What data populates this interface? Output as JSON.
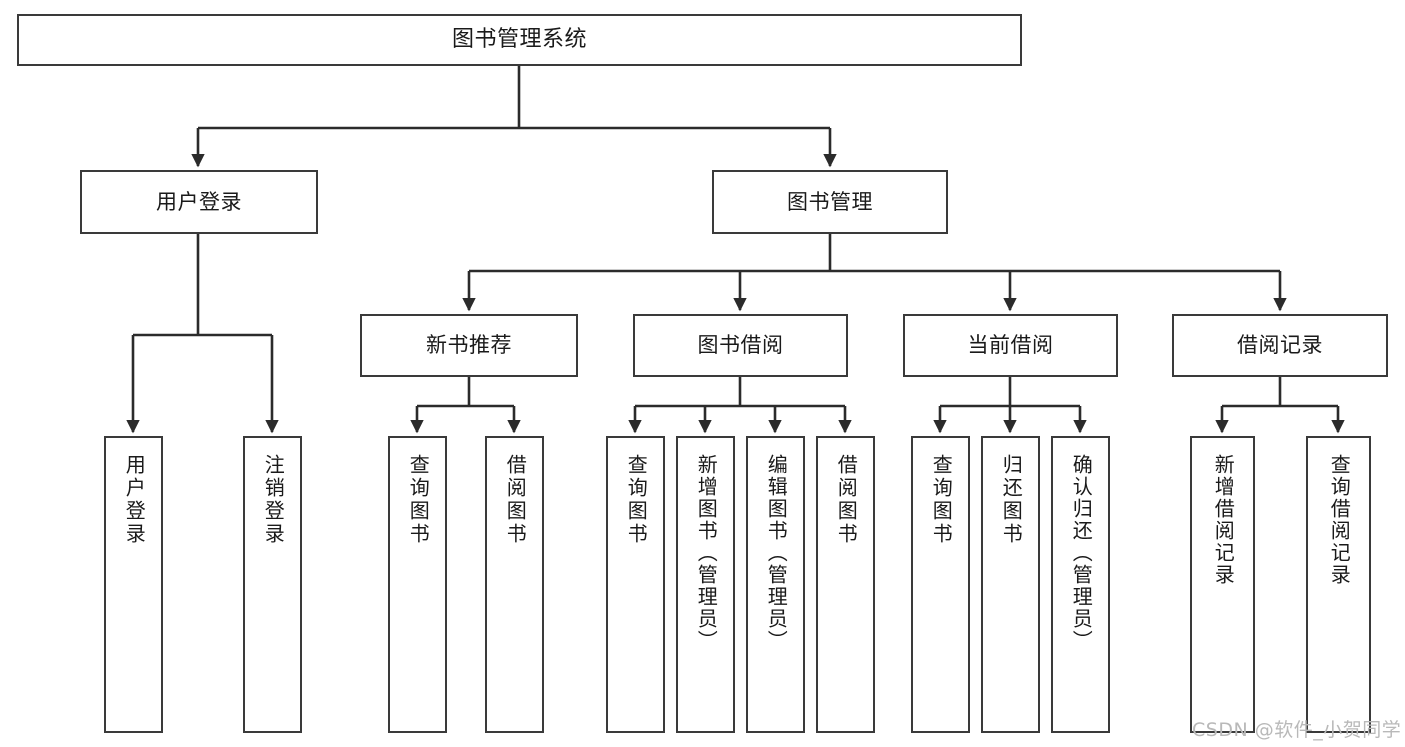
{
  "diagram": {
    "type": "tree",
    "title": "图书管理系统",
    "orientation": "top-down",
    "colors": {
      "box_border": "#3a3a3a",
      "box_fill": "#ffffff",
      "connector": "#2b2b2b",
      "text": "#1a1a1a",
      "watermark": "#b9b9b9",
      "background": "#ffffff"
    },
    "root": {
      "label": "图书管理系统"
    },
    "level2": [
      {
        "label": "用户登录"
      },
      {
        "label": "图书管理"
      }
    ],
    "level3": [
      {
        "label": "新书推荐"
      },
      {
        "label": "图书借阅"
      },
      {
        "label": "当前借阅"
      },
      {
        "label": "借阅记录"
      }
    ],
    "leaves": {
      "user_login": [
        {
          "label": "用户登录"
        },
        {
          "label": "注销登录"
        }
      ],
      "new_book_recommend": [
        {
          "label": "查询图书"
        },
        {
          "label": "借阅图书"
        }
      ],
      "book_borrow": [
        {
          "label": "查询图书"
        },
        {
          "label": "新增图书（管理员）"
        },
        {
          "label": "编辑图书（管理员）"
        },
        {
          "label": "借阅图书"
        }
      ],
      "current_borrow": [
        {
          "label": "查询图书"
        },
        {
          "label": "归还图书"
        },
        {
          "label": "确认归还（管理员）"
        }
      ],
      "borrow_record": [
        {
          "label": "新增借阅记录"
        },
        {
          "label": "查询借阅记录"
        }
      ]
    }
  },
  "watermark": {
    "text": "CSDN @软件_小贺同学"
  }
}
